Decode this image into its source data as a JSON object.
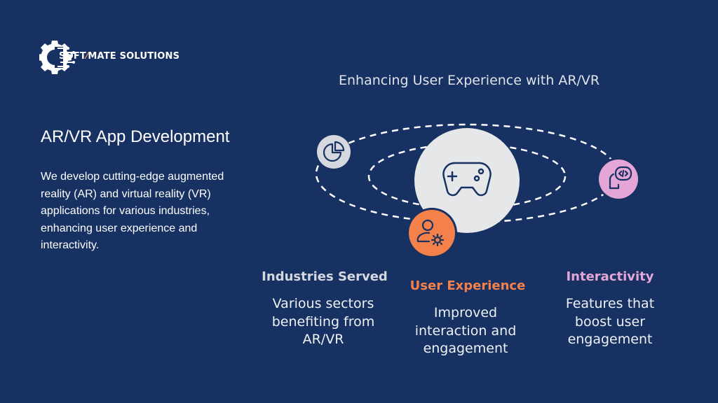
{
  "brand": {
    "name_part1": "SOFT",
    "name_part2": "MATE SOLUTIONS"
  },
  "intro": {
    "heading": "AR/VR App Development",
    "description": "We develop cutting-edge augmented reality (AR) and virtual reality (VR) applications for various industries, enhancing user experience and interactivity."
  },
  "graphic": {
    "title": "Enhancing User Experience with AR/VR",
    "columns": [
      {
        "title": "Industries Served",
        "text": "Various sectors benefiting from AR/VR"
      },
      {
        "title": "User Experience",
        "text": "Improved interaction and engagement"
      },
      {
        "title": "Interactivity",
        "text": "Features that boost user engagement"
      }
    ]
  },
  "colors": {
    "background": "#163162",
    "accent_orange": "#f4804a",
    "accent_pink": "#e4a6d6",
    "title_gray": "#d5d8de",
    "center_circle": "#e6e7e9"
  },
  "icons": [
    "gear-logo-icon",
    "pie-chart-icon",
    "game-controller-icon",
    "user-settings-icon",
    "code-chat-icon"
  ]
}
